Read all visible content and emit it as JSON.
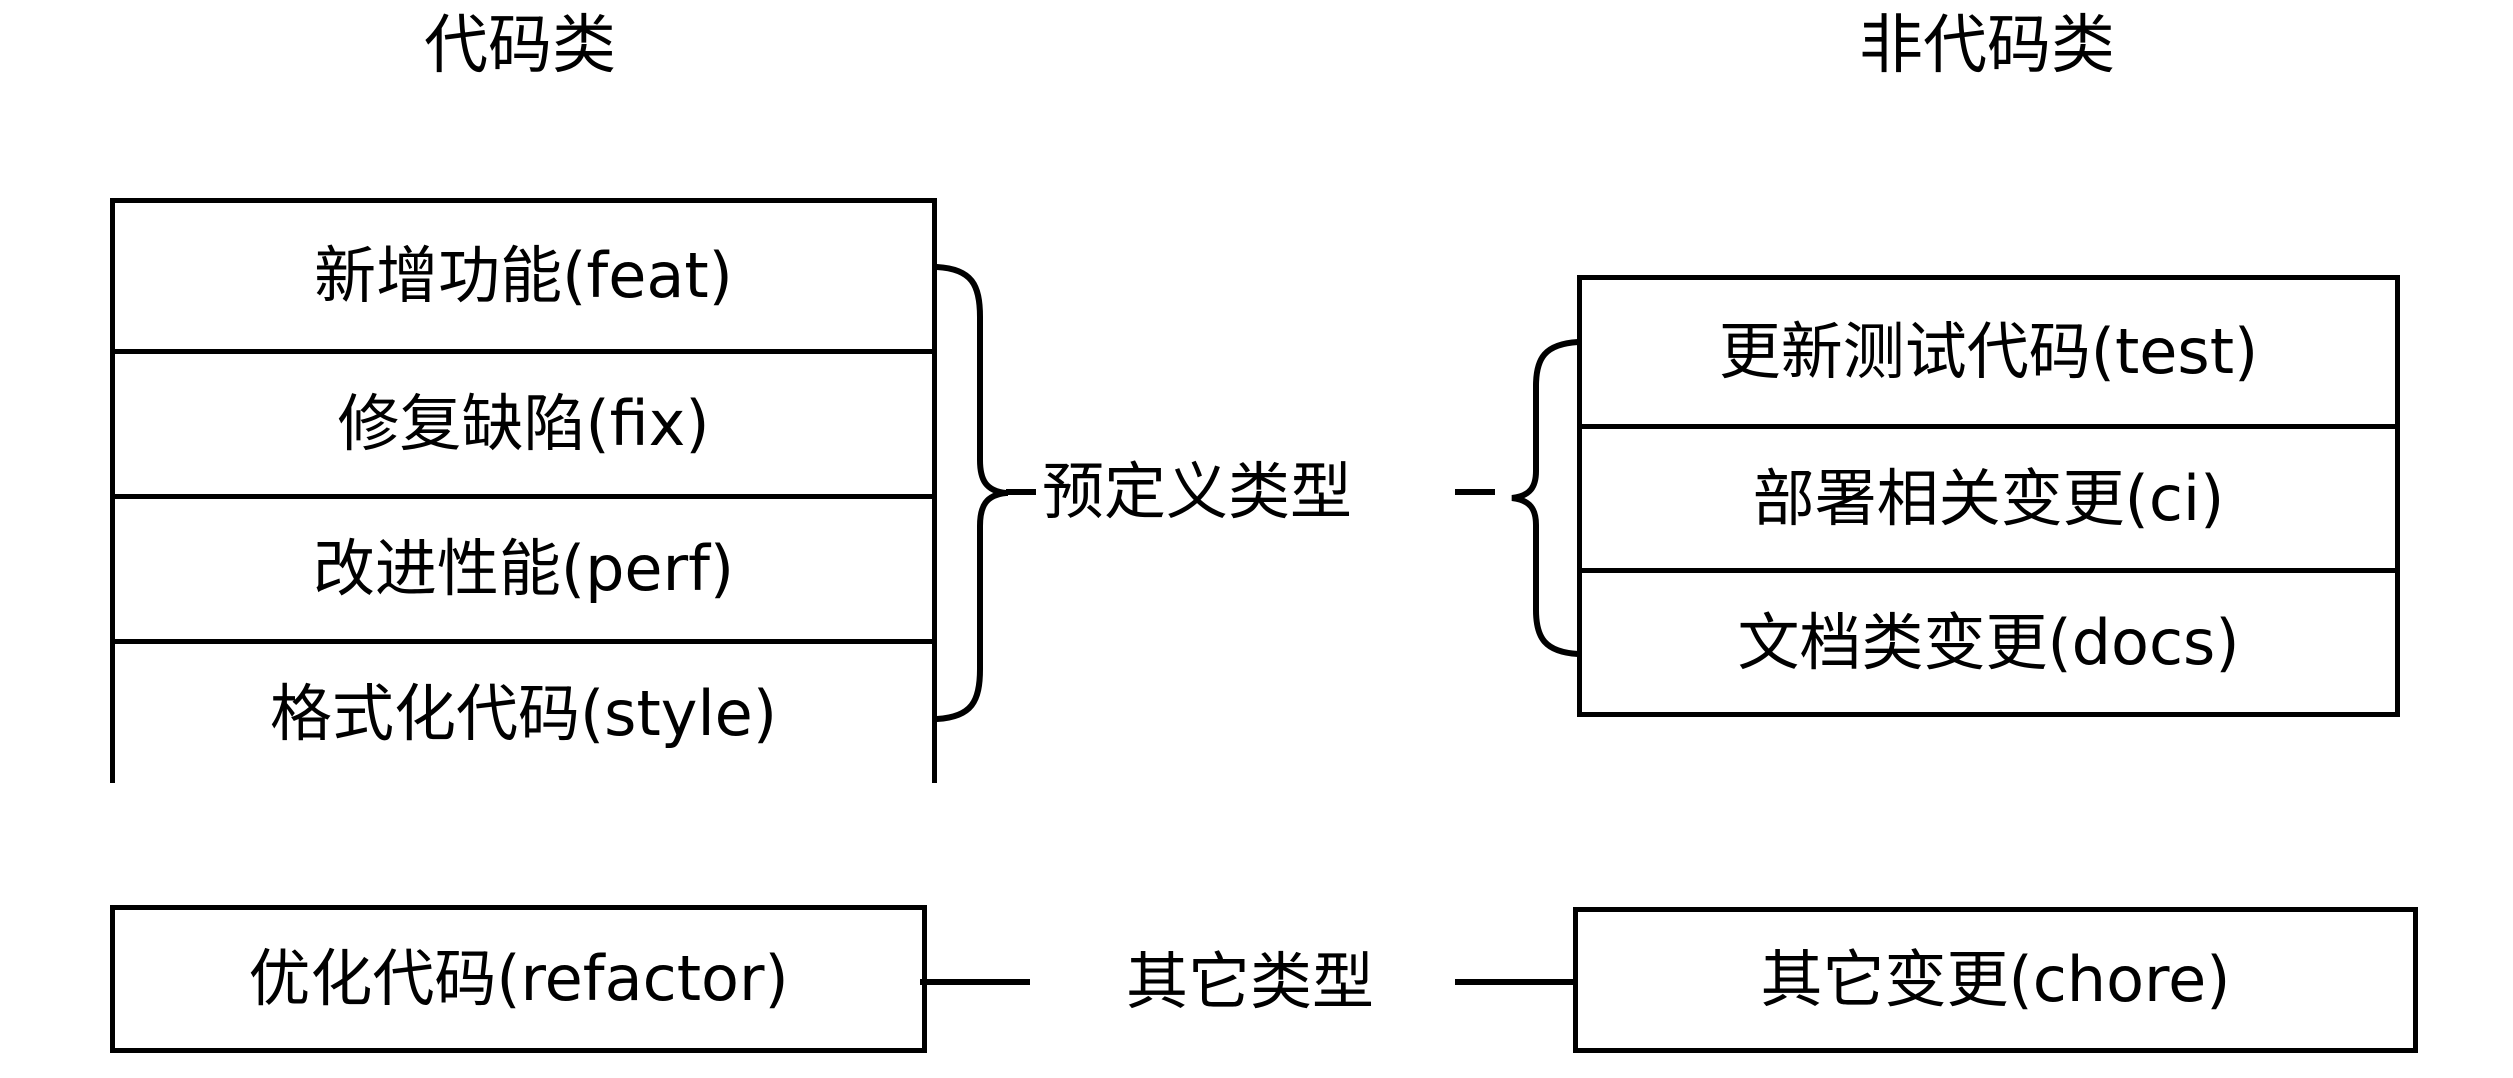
{
  "headings": {
    "code": "代码类",
    "noncode": "非代码类"
  },
  "groups": {
    "predefined": "预定义类型",
    "other": "其它类型"
  },
  "code_types": [
    {
      "label": "新增功能(feat)"
    },
    {
      "label": "修复缺陷(fix)"
    },
    {
      "label": "改进性能(perf)"
    },
    {
      "label": "格式化代码(style)"
    }
  ],
  "noncode_types": [
    {
      "label": "更新测试代码(test)"
    },
    {
      "label": "部署相关变更(ci)"
    },
    {
      "label": "文档类变更(docs)"
    }
  ],
  "other_code_type": "优化代码(refactor)",
  "other_noncode_type": "其它变更(chore)",
  "colors": {
    "stroke": "#000000",
    "background": "#ffffff",
    "text": "#000000"
  }
}
